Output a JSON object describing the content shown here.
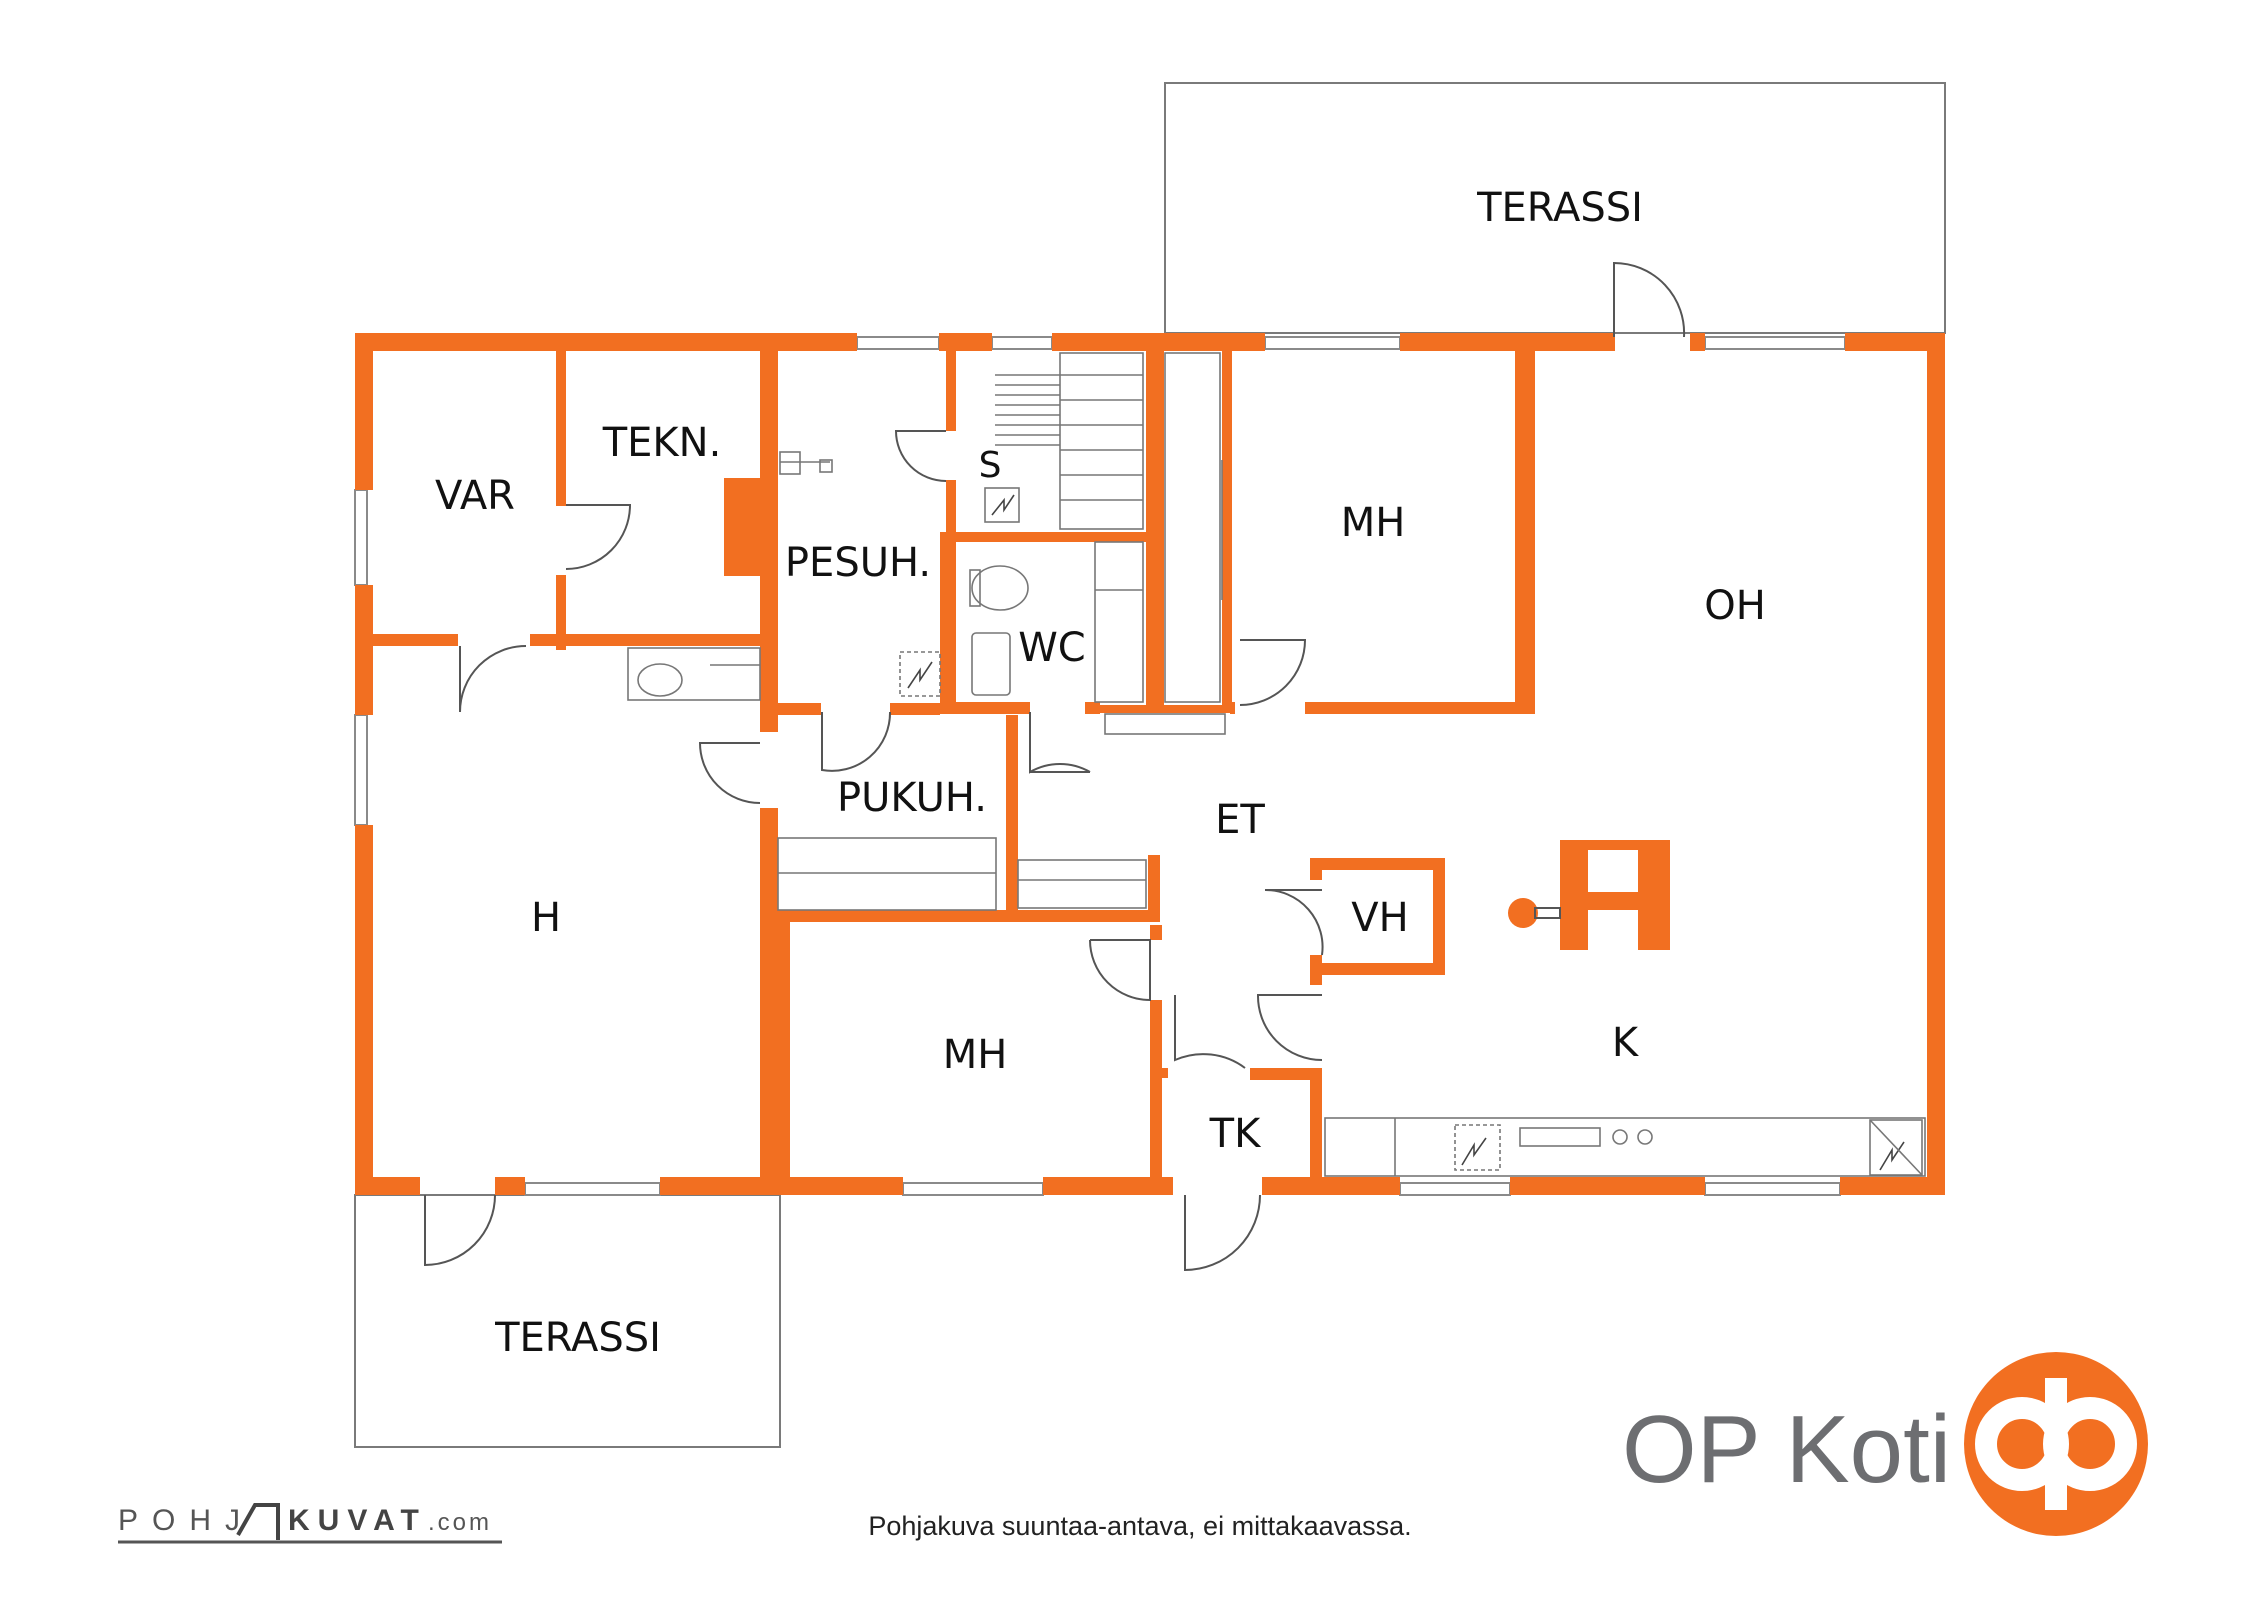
{
  "colors": {
    "wall": "#f26f21",
    "text": "#111111",
    "brand_grey": "#6d6e71",
    "fixture": "#555555"
  },
  "rooms": {
    "terassi_top": "TERASSI",
    "var": "VAR",
    "tekn": "TEKN.",
    "pesuh": "PESUH.",
    "s": "S",
    "wc": "WC",
    "mh_top": "MH",
    "oh": "OH",
    "et": "ET",
    "pukuh": "PUKUH.",
    "h": "H",
    "vh": "VH",
    "k": "K",
    "mh_bottom": "MH",
    "tk": "TK",
    "terassi_bottom": "TERASSI"
  },
  "footer": {
    "disclaimer": "Pohjakuva suuntaa-antava, ei mittakaavassa."
  },
  "brand": {
    "name": "OP Koti",
    "logo_icon": "op-logo-icon"
  },
  "watermark": {
    "part1": "POHJ",
    "part2": "KUVAT",
    "suffix": ".com"
  }
}
